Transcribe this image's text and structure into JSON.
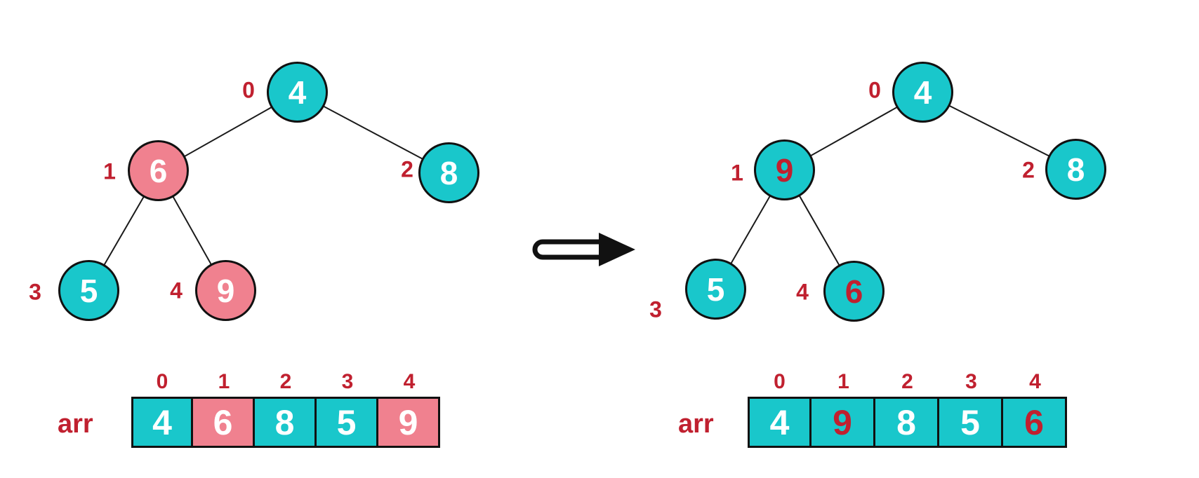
{
  "colors": {
    "teal": "#19C7CB",
    "pink": "#F0818F",
    "dark_red": "#C0202F",
    "white": "#FFFFFF",
    "outline_black": "#111111"
  },
  "icons": {
    "arrow": "right-arrow-icon"
  },
  "left": {
    "tree": {
      "nodes": [
        {
          "index": "0",
          "value": "4",
          "fill": "#19C7CB",
          "text": "#FFFFFF"
        },
        {
          "index": "1",
          "value": "6",
          "fill": "#F0818F",
          "text": "#FFFFFF"
        },
        {
          "index": "2",
          "value": "8",
          "fill": "#19C7CB",
          "text": "#FFFFFF"
        },
        {
          "index": "3",
          "value": "5",
          "fill": "#19C7CB",
          "text": "#FFFFFF"
        },
        {
          "index": "4",
          "value": "9",
          "fill": "#F0818F",
          "text": "#FFFFFF"
        }
      ]
    },
    "array": {
      "label": "arr",
      "indices": [
        "0",
        "1",
        "2",
        "3",
        "4"
      ],
      "cells": [
        {
          "value": "4",
          "fill": "#19C7CB",
          "text": "#FFFFFF"
        },
        {
          "value": "6",
          "fill": "#F0818F",
          "text": "#FFFFFF"
        },
        {
          "value": "8",
          "fill": "#19C7CB",
          "text": "#FFFFFF"
        },
        {
          "value": "5",
          "fill": "#19C7CB",
          "text": "#FFFFFF"
        },
        {
          "value": "9",
          "fill": "#F0818F",
          "text": "#FFFFFF"
        }
      ]
    }
  },
  "right": {
    "tree": {
      "nodes": [
        {
          "index": "0",
          "value": "4",
          "fill": "#19C7CB",
          "text": "#FFFFFF"
        },
        {
          "index": "1",
          "value": "9",
          "fill": "#19C7CB",
          "text": "#C0202F"
        },
        {
          "index": "2",
          "value": "8",
          "fill": "#19C7CB",
          "text": "#FFFFFF"
        },
        {
          "index": "3",
          "value": "5",
          "fill": "#19C7CB",
          "text": "#FFFFFF"
        },
        {
          "index": "4",
          "value": "6",
          "fill": "#19C7CB",
          "text": "#C0202F"
        }
      ]
    },
    "array": {
      "label": "arr",
      "indices": [
        "0",
        "1",
        "2",
        "3",
        "4"
      ],
      "cells": [
        {
          "value": "4",
          "fill": "#19C7CB",
          "text": "#FFFFFF"
        },
        {
          "value": "9",
          "fill": "#19C7CB",
          "text": "#C0202F"
        },
        {
          "value": "8",
          "fill": "#19C7CB",
          "text": "#FFFFFF"
        },
        {
          "value": "5",
          "fill": "#19C7CB",
          "text": "#FFFFFF"
        },
        {
          "value": "6",
          "fill": "#19C7CB",
          "text": "#C0202F"
        }
      ]
    }
  }
}
